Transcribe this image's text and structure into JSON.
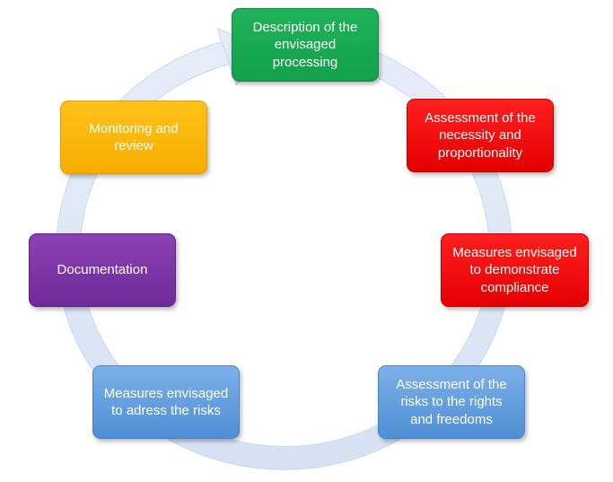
{
  "diagram": {
    "type": "cycle",
    "colors": {
      "ring": "#dce6f5",
      "green": "#14a04b",
      "red": "#ff0000",
      "blue": "#5b9bd5",
      "purple": "#7030a0",
      "orange": "#ffb800"
    },
    "steps": [
      {
        "label": "Description of the envisaged processing",
        "color": "green"
      },
      {
        "label": "Assessment of the necessity and proportionality",
        "color": "red"
      },
      {
        "label": "Measures envisaged to demonstrate compliance",
        "color": "red"
      },
      {
        "label": "Assessment of the risks to the rights and freedoms",
        "color": "blue"
      },
      {
        "label": "Measures envisaged to adress the risks",
        "color": "blue"
      },
      {
        "label": "Documentation",
        "color": "purple"
      },
      {
        "label": "Monitoring and review",
        "color": "orange"
      }
    ]
  }
}
